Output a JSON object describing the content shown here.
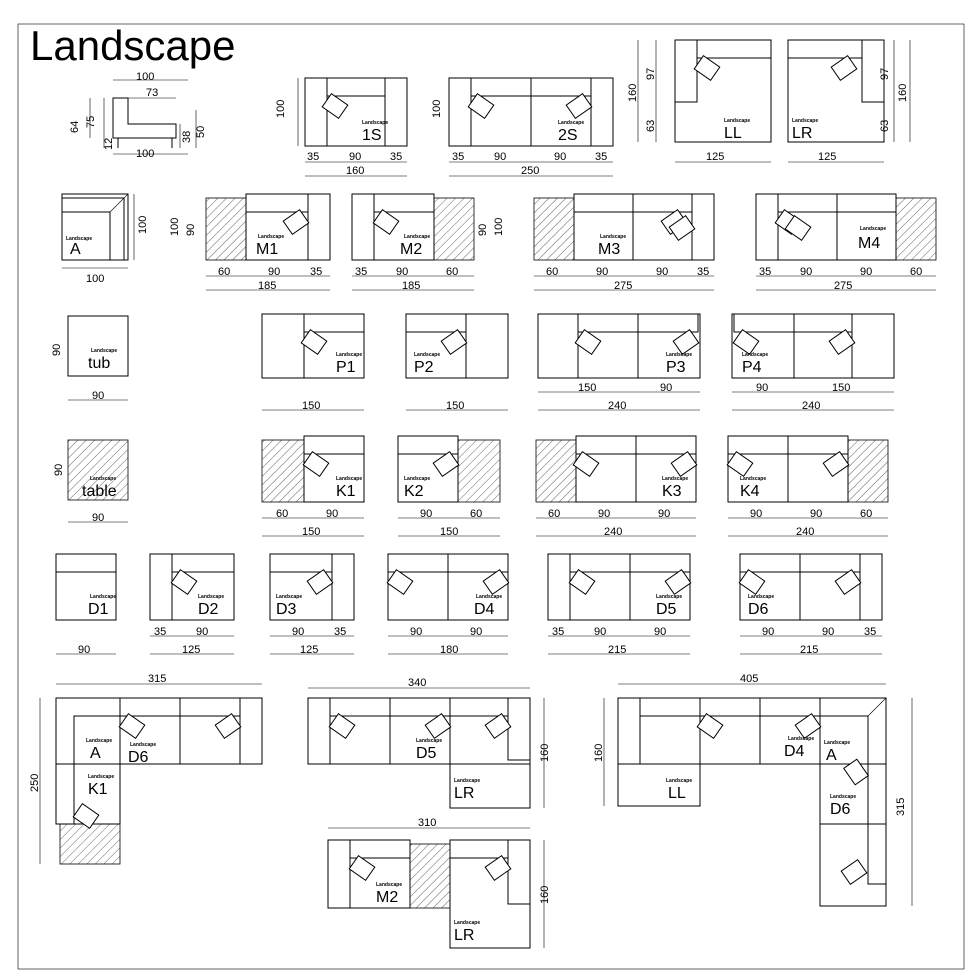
{
  "title": "Landscape",
  "brand": "Landscape",
  "chair_dims": [
    "100",
    "73",
    "64",
    "75",
    "12",
    "38",
    "50",
    "100"
  ],
  "modules": [
    {
      "code": "1S",
      "dims": [
        "100",
        "35",
        "90",
        "35",
        "160"
      ]
    },
    {
      "code": "2S",
      "dims": [
        "100",
        "35",
        "90",
        "90",
        "35",
        "250"
      ]
    },
    {
      "code": "LL",
      "dims": [
        "160",
        "97",
        "63",
        "125"
      ]
    },
    {
      "code": "LR",
      "dims": [
        "97",
        "160",
        "63",
        "125"
      ]
    },
    {
      "code": "A",
      "dims": [
        "100",
        "100"
      ]
    },
    {
      "code": "M1",
      "dims": [
        "100",
        "90",
        "60",
        "90",
        "35",
        "185"
      ]
    },
    {
      "code": "M2",
      "dims": [
        "90",
        "100",
        "35",
        "90",
        "60",
        "185"
      ]
    },
    {
      "code": "M3",
      "dims": [
        "60",
        "90",
        "90",
        "35",
        "275"
      ]
    },
    {
      "code": "M4",
      "dims": [
        "35",
        "90",
        "90",
        "60",
        "275"
      ]
    },
    {
      "code": "tub",
      "dims": [
        "90",
        "90"
      ]
    },
    {
      "code": "P1",
      "dims": [
        "150"
      ]
    },
    {
      "code": "P2",
      "dims": [
        "150"
      ]
    },
    {
      "code": "P3",
      "dims": [
        "150",
        "90",
        "240"
      ]
    },
    {
      "code": "P4",
      "dims": [
        "90",
        "150",
        "240"
      ]
    },
    {
      "code": "table",
      "dims": [
        "90",
        "90"
      ]
    },
    {
      "code": "K1",
      "dims": [
        "60",
        "90",
        "150"
      ]
    },
    {
      "code": "K2",
      "dims": [
        "90",
        "60",
        "150"
      ]
    },
    {
      "code": "K3",
      "dims": [
        "60",
        "90",
        "90",
        "240"
      ]
    },
    {
      "code": "K4",
      "dims": [
        "90",
        "90",
        "60",
        "240"
      ]
    },
    {
      "code": "D1",
      "dims": [
        "90"
      ]
    },
    {
      "code": "D2",
      "dims": [
        "35",
        "90",
        "125"
      ]
    },
    {
      "code": "D3",
      "dims": [
        "90",
        "35",
        "125"
      ]
    },
    {
      "code": "D4",
      "dims": [
        "90",
        "90",
        "180"
      ]
    },
    {
      "code": "D5",
      "dims": [
        "35",
        "90",
        "90",
        "215"
      ]
    },
    {
      "code": "D6",
      "dims": [
        "90",
        "90",
        "35",
        "215"
      ]
    }
  ],
  "compositions": [
    {
      "labels": [
        "A",
        "D6",
        "K1"
      ],
      "dims": [
        "315",
        "250"
      ]
    },
    {
      "labels": [
        "D5",
        "LR"
      ],
      "dims": [
        "340",
        "160"
      ]
    },
    {
      "labels": [
        "M2",
        "LR"
      ],
      "dims": [
        "310",
        "160"
      ]
    },
    {
      "labels": [
        "LL",
        "D4",
        "A",
        "D6"
      ],
      "dims": [
        "405",
        "160",
        "315"
      ]
    }
  ]
}
